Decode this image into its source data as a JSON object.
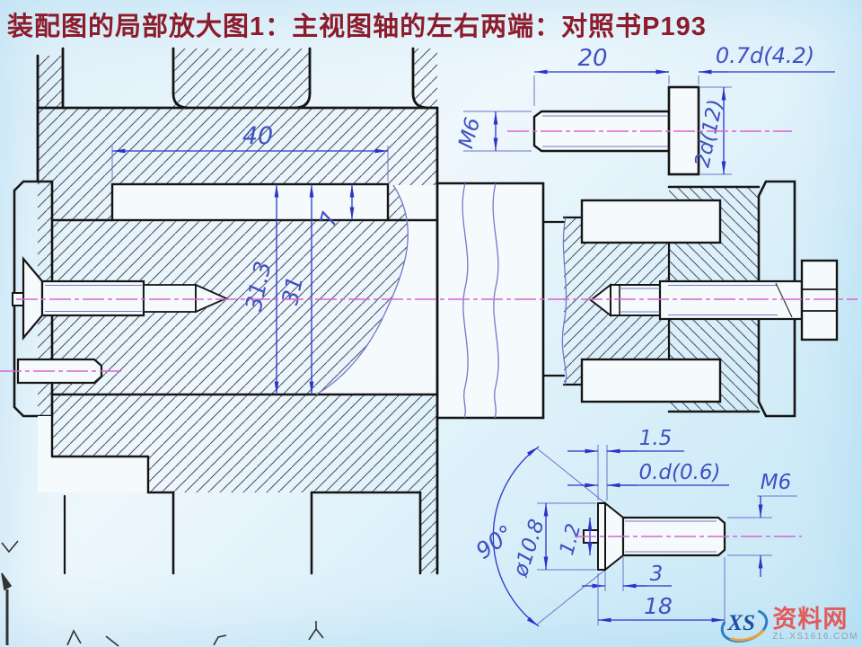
{
  "slide": {
    "title": "装配图的局部放大图1：主视图轴的左右两端：对照书P193"
  },
  "main_view": {
    "dim_key_length": "40",
    "dim_key_depth": "7",
    "dim_bore_keyway": "31.3",
    "dim_bore": "31"
  },
  "stud_detail": {
    "dim_length": "20",
    "dim_head_height": "0.7d(4.2)",
    "dim_head_dia": "2d(12)",
    "dim_thread": "M6"
  },
  "screw_detail": {
    "dim_slot_width": "1.5",
    "dim_head_edge": "0.d(0.6)",
    "dim_thread": "M6",
    "dim_angle": "90°",
    "dim_head_dia": "ø10.8",
    "dim_slot_depth": "1.2",
    "dim_dog_point": "3",
    "dim_length": "18"
  },
  "watermark": {
    "logo": "XS",
    "site_name": "资料网",
    "site_url": "ZL.XS1616.COM"
  }
}
